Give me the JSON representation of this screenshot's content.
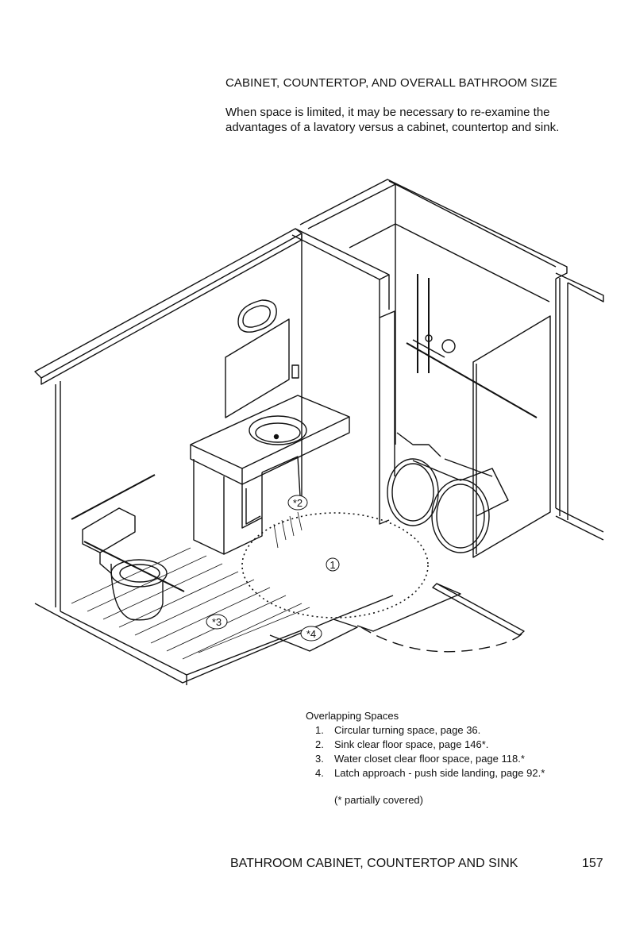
{
  "heading": "CABINET, COUNTERTOP, AND OVERALL BATHROOM SIZE",
  "intro_lines": [
    "When space is limited, it may be necessary to re-examine the",
    "advantages of a lavatory versus a cabinet, countertop and sink."
  ],
  "drawing": {
    "tags": [
      "1",
      "*2",
      "*3",
      "*4"
    ]
  },
  "legend": {
    "title": "Overlapping Spaces",
    "items": [
      {
        "num": "1.",
        "text": "Circular turning space, page 36."
      },
      {
        "num": "2.",
        "text": "Sink clear floor space, page 146*."
      },
      {
        "num": "3.",
        "text": "Water closet clear floor space, page 118.*"
      },
      {
        "num": "4.",
        "text": "Latch approach - push side landing, page 92.*"
      }
    ],
    "note": "(* partially covered)"
  },
  "footer": {
    "title": "BATHROOM CABINET, COUNTERTOP AND SINK",
    "page_number": "157"
  }
}
